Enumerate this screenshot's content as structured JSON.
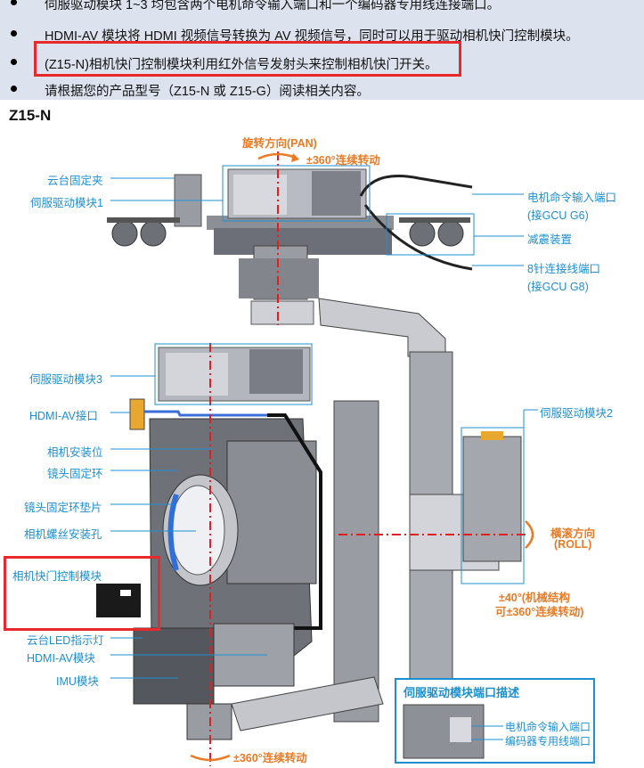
{
  "bullets": [
    "伺服驱动模块 1~3 均包含两个电机命令输入端口和一个编码器专用线连接端口。",
    "HDMI-AV 模块将 HDMI 视频信号转换为 AV 视频信号，同时可以用于驱动相机快门控制模块。",
    "(Z15-N)相机快门控制模块利用红外信号发射头来控制相机快门开关。",
    "请根据您的产品型号（Z15-N 或 Z15-G）阅读相关内容。"
  ],
  "model_title": "Z15-N",
  "pan_label": "旋转方向(PAN)",
  "pan_rotation": "±360°连续转动",
  "bottom_rotation": "±360°连续转动",
  "left_labels": {
    "gimbal_clamp": "云台固定夹",
    "servo1": "伺服驱动模块1",
    "servo3": "伺服驱动模块3",
    "hdmi_av_port": "HDMI-AV接口",
    "camera_mount": "相机安装位",
    "lens_ring": "镜头固定环",
    "lens_ring_pad": "镜头固定环垫片",
    "camera_screw_hole": "相机螺丝安装孔",
    "shutter_module": "相机快门控制模块",
    "led_indicator": "云台LED指示灯",
    "hdmi_av_module": "HDMI-AV模块",
    "imu_module": "IMU模块"
  },
  "right_labels": {
    "motor_cmd_port": "电机命令输入端口",
    "motor_cmd_port_sub": "(接GCU G6)",
    "damper": "减震装置",
    "pin8_port": "8针连接线端口",
    "pin8_port_sub": "(接GCU G8)",
    "servo2": "伺服驱动模块2",
    "roll_label": "横滚方向",
    "roll_sub": "(ROLL)",
    "roll_limit": "±40°(机械结构",
    "roll_limit_2": "可±360°连续转动)"
  },
  "inset": {
    "title": "伺服驱动模块端口描述",
    "port1": "电机命令输入端口",
    "port2": "编码器专用线端口"
  },
  "colors": {
    "highlight": "#e8282a",
    "label_blue": "#1d8fd0",
    "orange": "#ea7a23",
    "axis_red": "#e02020",
    "band": "#dde3ee"
  }
}
